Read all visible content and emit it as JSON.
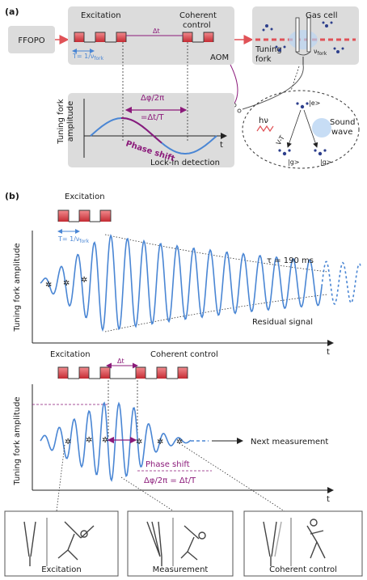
{
  "panel_a": {
    "label": "(a)",
    "source": "FFOPO",
    "excitation": "Excitation",
    "coherent_control_1": "Coherent",
    "coherent_control_2": "control",
    "dt": "Δt",
    "period": "T= 1/ν",
    "period_sub": "fork",
    "aom": "AOM",
    "gas_cell": "Gas cell",
    "tuning_fork_1": "Tuning",
    "tuning_fork_2": "fork",
    "nu_fork": "ν",
    "nu_fork_sub": "fork",
    "phase_formula_1": "Δφ/2π",
    "phase_formula_2": "=Δt/T",
    "phase_shift": "Phase shift",
    "y_label_1": "Tuning fork",
    "y_label_2": "amplitude",
    "t_axis": "t",
    "lockin": "Lock-in detection",
    "hv": "hν",
    "excited_state": "|e>",
    "ground_state_1": "|g>",
    "ground_state_2": "|g>",
    "vvt": "V-T",
    "sound_wave_1": "Sound",
    "sound_wave_2": "wave"
  },
  "panel_b": {
    "label": "(b)",
    "excitation_top": "Excitation",
    "period": "T= 1/ν",
    "period_sub": "fork",
    "tau": "τ = 190 ms",
    "residual": "Residual signal",
    "y_label": "Tuning fork amplitude",
    "t_axis_top": "t",
    "excitation_bottom": "Excitation",
    "coherent_bottom": "Coherent control",
    "dt": "Δt",
    "next_measurement": "Next measurement",
    "phase_shift": "Phase shift",
    "phase_formula": "Δφ/2π = Δt/T",
    "y_label_bottom": "Tuning fork amplitude",
    "t_axis_bottom": "t"
  },
  "insets": {
    "excitation": "Excitation",
    "measurement": "Measurement",
    "coherent_control": "Coherent control"
  },
  "colors": {
    "accent_red": "#d9434a",
    "wave_blue": "#4a86d4",
    "purple": "#8b1a7a",
    "panel_gray": "#dcdcdc"
  }
}
